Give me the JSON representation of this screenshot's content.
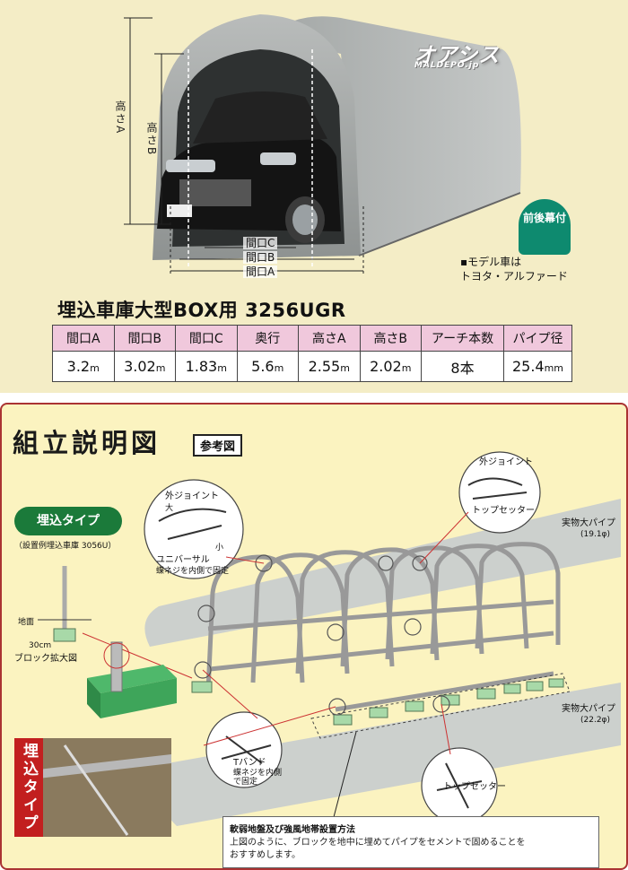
{
  "brand": {
    "name": "オアシス",
    "sub": "MALDEPO.jp"
  },
  "photo": {
    "label_height_a": "高さA",
    "label_height_b": "高さB",
    "label_width_c": "間口C",
    "label_width_b": "間口B",
    "label_width_a": "間口A",
    "badge": "前後幕付",
    "model_note_line1": "▪モデル車は",
    "model_note_line2": "トヨタ・アルファード"
  },
  "product_title": "埋込車庫大型BOX用 3256UGR",
  "spec_table": {
    "headers": [
      "間口A",
      "間口B",
      "間口C",
      "奥行",
      "高さA",
      "高さB",
      "アーチ本数",
      "パイプ径"
    ],
    "values": [
      {
        "num": "3.2",
        "unit": "m"
      },
      {
        "num": "3.02",
        "unit": "m"
      },
      {
        "num": "1.83",
        "unit": "m"
      },
      {
        "num": "5.6",
        "unit": "m"
      },
      {
        "num": "2.55",
        "unit": "m"
      },
      {
        "num": "2.02",
        "unit": "m"
      },
      {
        "num": "8本",
        "unit": ""
      },
      {
        "num": "25.4",
        "unit": "mm"
      }
    ]
  },
  "assembly": {
    "title": "組立説明図",
    "ref_tag": "参考図",
    "type_label": "埋込タイプ",
    "type_sub": "（設置例埋込車庫 3056U）",
    "ground_label": "地面",
    "depth_label": "30cm",
    "block_label": "ブロック拡大図",
    "outer_joint_left": "外ジョイント",
    "outer_joint_large": "大",
    "outer_joint_small": "小",
    "universal": "ユニバーサル",
    "universal_sub": "蝶ネジを内側で固定",
    "outer_joint_top": "外ジョイント",
    "top_setter_top": "トップセッター",
    "pipe_large_top": "実物大パイプ",
    "pipe_large_top_size": "(19.1φ)",
    "pipe_large_bottom": "実物大パイプ",
    "pipe_large_bottom_size": "(22.2φ)",
    "t_band": "Tバンド",
    "t_band_sub1": "蝶ネジを内側",
    "t_band_sub2": "で固定",
    "top_setter_bottom": "トップセッター",
    "photo_tag": "埋込タイプ",
    "note_title": "軟弱地盤及び強風地帯設置方法",
    "note_line1": "上図のように、ブロックを地中に埋めてパイプをセメントで固めることを",
    "note_line2": "おすすめします。"
  },
  "colors": {
    "cream": "#f4edc6",
    "header_pink": "#f0c8dc",
    "badge_green": "#0e8a6f",
    "type_green": "#1b7a3a",
    "tag_red": "#c21f1f",
    "border_red": "#aa3333"
  }
}
